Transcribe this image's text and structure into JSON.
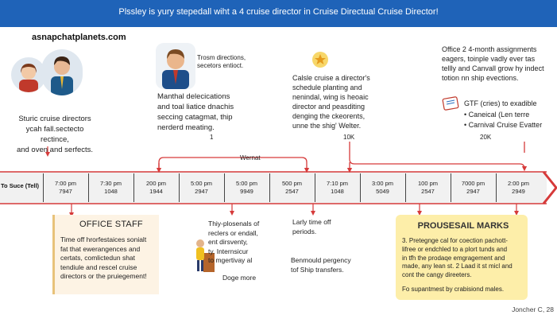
{
  "header": {
    "subtitle": "Plssley is yury stepedall wiht a 4 cruise director in Cruise Directual Cruise Director!"
  },
  "site_name": "asnapchatplanets.com",
  "left_block": {
    "lines": [
      "Sturic cruise directors",
      "ycah fall.sectecto rectince,",
      "and oven and serfects."
    ]
  },
  "center_top": {
    "speech_lines": [
      "Trosm directions,",
      "secetors entioct."
    ],
    "desc_lines": [
      "Manthal delecications",
      "and toal liatice dnachis",
      "seccing catagmat, thip",
      "nerderd meating."
    ],
    "marker": "1",
    "label": "Wernat"
  },
  "right_center": {
    "lines": [
      "Calsle cruise a director's",
      "schedule planting and",
      "nenindal, wing is heoaic",
      "director and peasditing",
      "denging the ckeorents,",
      "unne the shig' Welter."
    ],
    "marker": "10K"
  },
  "right_top": {
    "lines": [
      "Office 2 4-month assignments",
      "eagers, toinple vadly ever tas",
      "tellly and Canvall grow hy indect",
      "totion nn ship evections."
    ],
    "marker": "20K",
    "list_title": "GTF (cries) to exadible",
    "list_items": [
      "Caneical (Len terre",
      "Carnival Cruise Evatter"
    ]
  },
  "timeline": {
    "start_label": "To Suce (Tell)",
    "cells": [
      {
        "time": "7:00 pm",
        "code": "7947"
      },
      {
        "time": "7:30 pm",
        "code": "1048"
      },
      {
        "time": "200 pm",
        "code": "1944"
      },
      {
        "time": "5:00 pm",
        "code": "2947"
      },
      {
        "time": "5:00 pm",
        "code": "9949"
      },
      {
        "time": "500 pm",
        "code": "2547"
      },
      {
        "time": "7:10 pm",
        "code": "1048"
      },
      {
        "time": "3:00 pm",
        "code": "5049"
      },
      {
        "time": "100 pm",
        "code": "2547"
      },
      {
        "time": "7000 pm",
        "code": "2947"
      },
      {
        "time": "2:00 pm",
        "code": "2949"
      }
    ]
  },
  "office_staff": {
    "title": "OFFICE STAFF",
    "lines": [
      "Time off hrorfestaices sonialt",
      "fat that ewerangences and",
      "certats, comlictedun shat",
      "tendiule and rescel cruise",
      "directors or the pruiegement!"
    ]
  },
  "bottom_center": {
    "lines": [
      "Thiy-plosenals of",
      "reclers or endall,",
      "ent dirsventy,",
      "ty. Internsicur",
      "to mgertivay al"
    ],
    "more": "Doge more"
  },
  "bottom_mid": {
    "lines_a": [
      "Larly time off",
      "periods."
    ],
    "lines_b": [
      "Benmould pergency",
      "tof Ship transfers."
    ]
  },
  "proposal": {
    "title": "PROUSESAIL MARKS",
    "lines": [
      "3. Pretegnge cal for coection pachott-",
      "lifree or endchled to a plort tunds and",
      "in tfh the prodaqe emgragement and",
      "made, any lean st. 2 Laad it st micl and",
      "cont the cangy direeters."
    ],
    "footer": "Fo supantmest by crabisiond males."
  },
  "footer": "Joncher C, 28",
  "colors": {
    "banner": "#1f63b8",
    "accent_red": "#d63a3a",
    "timeline_band": "#f1f1f1",
    "proposal_bg": "#fdeea9",
    "office_bg": "#fdf3e4"
  }
}
